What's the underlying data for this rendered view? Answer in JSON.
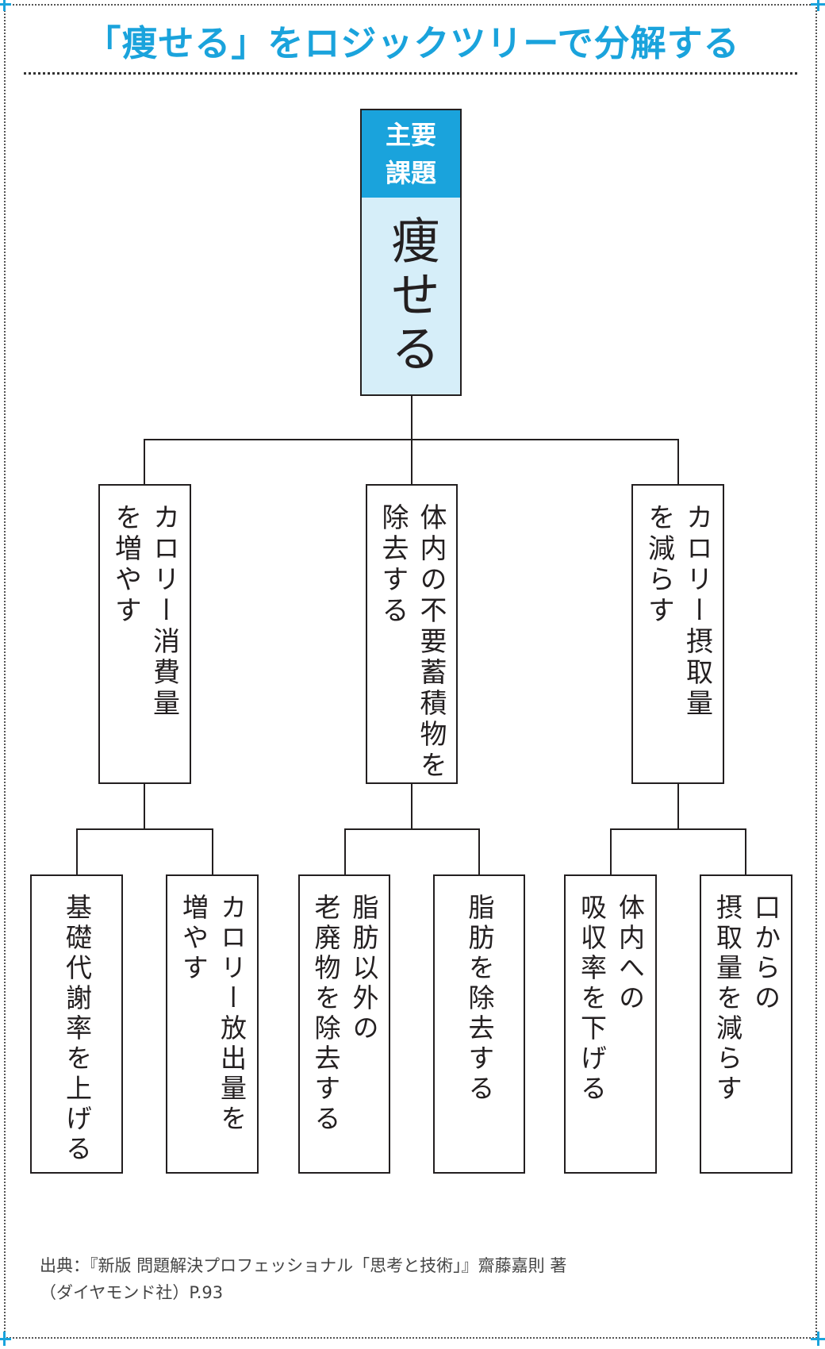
{
  "title": "「痩せる」をロジックツリーで分解する",
  "root": {
    "label_line1": "主要",
    "label_line2": "課題",
    "text": "痩せる"
  },
  "level2": [
    {
      "text": "カロリー消費量\nを増やす"
    },
    {
      "text": "体内の不要蓄積物を\n除去する"
    },
    {
      "text": "カロリー摂取量\nを減らす"
    }
  ],
  "level3": [
    {
      "text": "基礎代謝率を上げる"
    },
    {
      "text": "カロリー放出量を\n増やす"
    },
    {
      "text": "脂肪以外の\n老廃物を除去する"
    },
    {
      "text": "脂肪を除去する"
    },
    {
      "text": "体内への\n吸収率を下げる"
    },
    {
      "text": "口からの\n摂取量を減らす"
    }
  ],
  "source": {
    "line1": "出典：『新版 問題解決プロフェッショナル「思考と技術」』齋藤嘉則 著",
    "line2": "（ダイヤモンド社）P.93"
  },
  "colors": {
    "accent": "#1aa3dc",
    "root_fill": "#d6eef9",
    "line": "#231f20"
  }
}
